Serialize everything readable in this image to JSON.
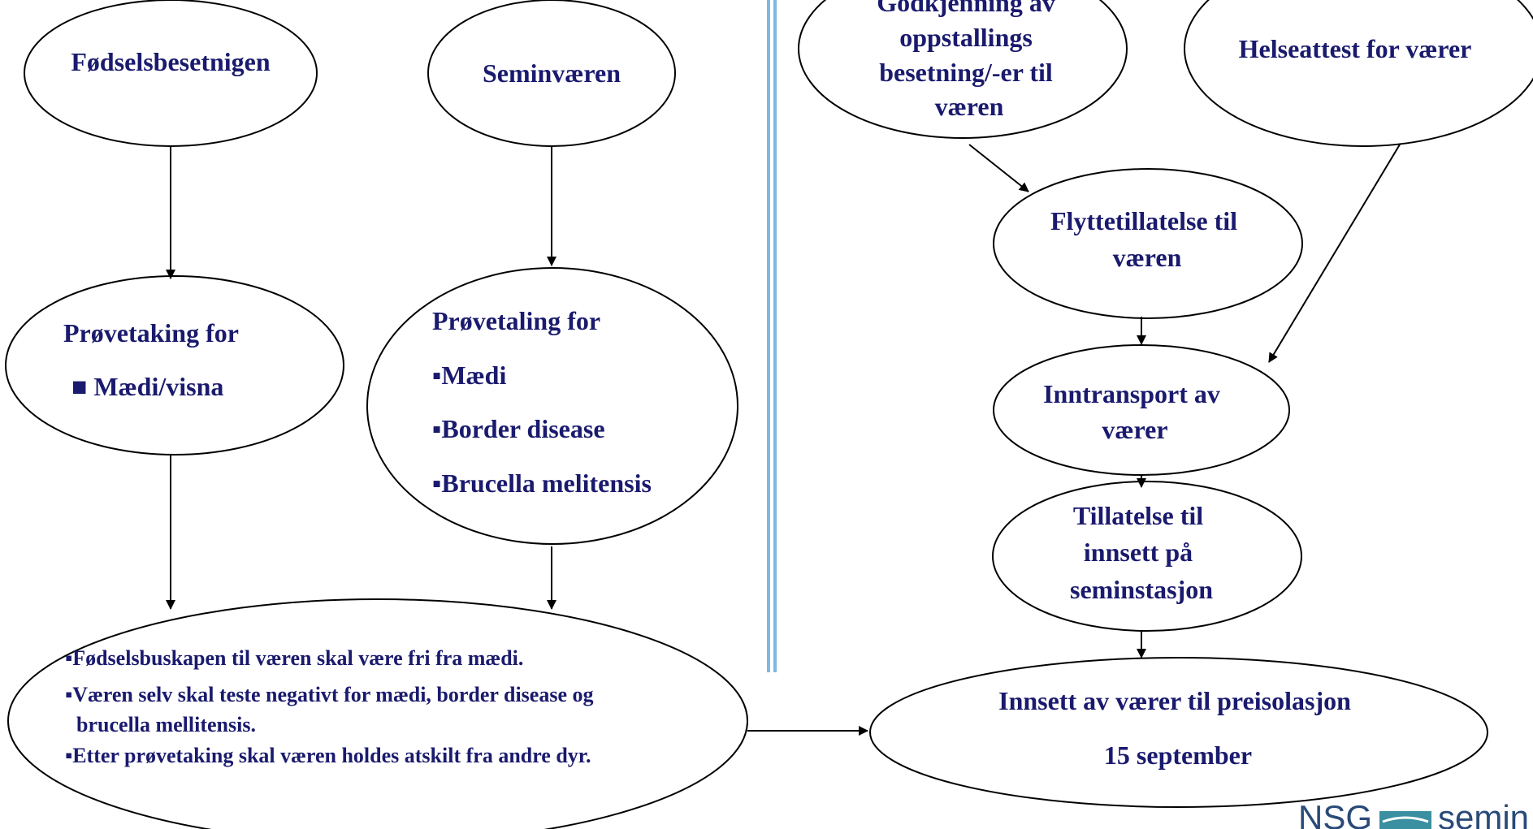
{
  "nodes": {
    "fodselsbesetningen": {
      "lines": [
        "Fødselsbesetnigen"
      ]
    },
    "seminvaeren": {
      "lines": [
        "Seminværen"
      ]
    },
    "provetaking": {
      "lines": [
        "Prøvetaking for",
        "■ Mædi/visna"
      ]
    },
    "provetaling": {
      "lines": [
        "Prøvetaling for",
        "▪Mædi",
        "▪Border disease",
        "▪Brucella melitensis"
      ]
    },
    "krav": {
      "lines": [
        "▪Fødselsbuskapen til væren skal være fri fra mædi.",
        "▪Væren selv skal teste negativt for mædi, border disease og",
        "brucella mellitensis.",
        "▪Etter prøvetaking skal væren holdes atskilt fra andre dyr."
      ]
    },
    "godkjenning": {
      "lines": [
        "Godkjenning av",
        "oppstallings",
        "besetning/-er til",
        "væren"
      ]
    },
    "helseattest": {
      "lines": [
        "Helseattest for værer"
      ]
    },
    "flyttetillatelse": {
      "lines": [
        "Flyttetillatelse til",
        "væren"
      ]
    },
    "inntransport": {
      "lines": [
        "Inntransport av",
        "værer"
      ]
    },
    "tillatelse": {
      "lines": [
        "Tillatelse til",
        "innsett på",
        "seminstasjon"
      ]
    },
    "innsett": {
      "lines": [
        "Innsett av værer til preisolasjon",
        "15 september"
      ]
    }
  },
  "logo": {
    "text_a": "NSG",
    "text_b": "semin"
  },
  "colors": {
    "text": "#1a1a6e",
    "divider": "#7fb8e0",
    "logo_icon": "#3a8fa0",
    "stroke": "#000000"
  }
}
